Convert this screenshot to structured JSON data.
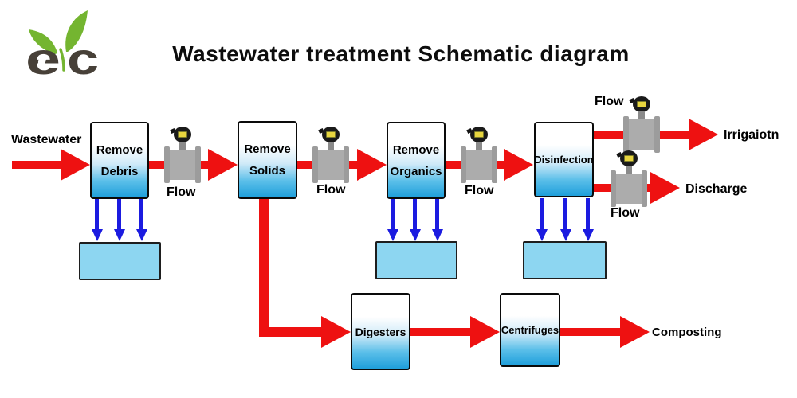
{
  "title": "Wastewater treatment Schematic diagram",
  "logo": {
    "letter_left": "e",
    "letter_right": "c"
  },
  "labels": {
    "source": "Wastewater",
    "flow": "Flow",
    "irrigation": "Irrigaiotn",
    "discharge": "Discharge",
    "composting": "Composting"
  },
  "nodes": {
    "remove_debris": {
      "lines": [
        "Remove",
        "Debris"
      ]
    },
    "remove_solids": {
      "lines": [
        "Remove",
        "Solids"
      ]
    },
    "remove_organics": {
      "lines": [
        "Remove",
        "Organics"
      ]
    },
    "disinfection": {
      "label": "Disinfection"
    },
    "digesters": {
      "label": "Digesters"
    },
    "centrifuges": {
      "label": "Centrifuges"
    }
  },
  "icons": {
    "flow_meter": "electromagnetic-flow-meter: gray pipe body with flanges, black sensor head, yellow display",
    "logo": "eyc brand mark: two green leaves forming a y between dark letters e and c"
  },
  "colors": {
    "pipe_red": "#EE1111",
    "drain_blue": "#1B1BE0",
    "tank_fill": "#8DD6F1",
    "box_gradient_bottom": "#1F9FDB",
    "logo_green": "#74B530",
    "logo_letters": "#474038"
  }
}
